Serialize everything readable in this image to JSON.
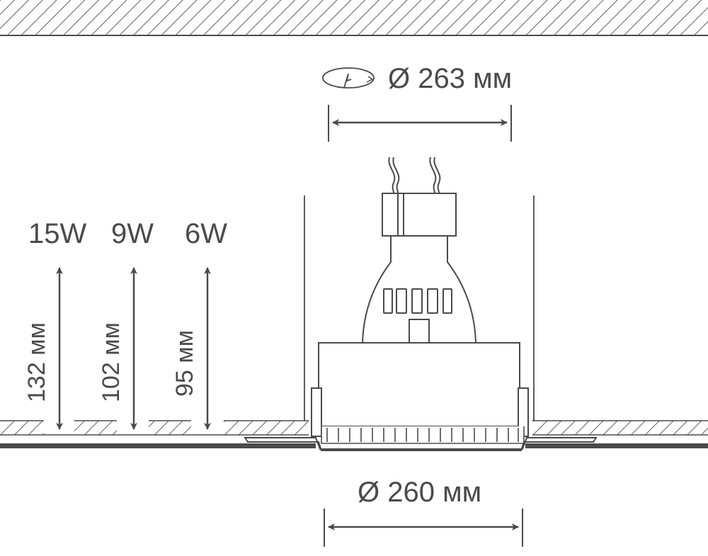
{
  "dimensions": {
    "cutout": "Ø 263 мм",
    "outer": "Ø 260 мм"
  },
  "variants": [
    {
      "power": "15W",
      "height": "132 мм"
    },
    {
      "power": "9W",
      "height": "102 мм"
    },
    {
      "power": "6W",
      "height": "95 мм"
    }
  ],
  "colors": {
    "line": "#4a4a4a",
    "hatch": "#6a6a6a",
    "background": "#ffffff"
  },
  "icons": {
    "cutout_symbol": "saw-cut-icon"
  }
}
